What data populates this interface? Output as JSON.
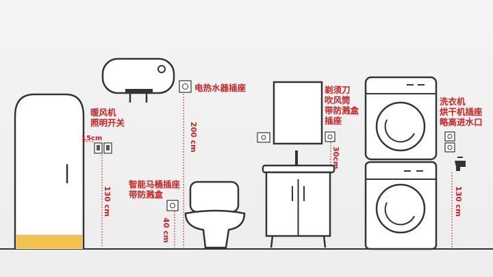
{
  "labels": {
    "heater_light_switch": [
      "暖风机",
      "照明开关"
    ],
    "water_heater_socket": "电热水器插座",
    "toilet_socket": [
      "智能马桶插座",
      "带防溅盒"
    ],
    "razor_socket": [
      "剃须刀",
      "吹风筒",
      "带防溅盒",
      "插座"
    ],
    "washer_socket": [
      "洗衣机",
      "烘干机插座",
      "略高进水口"
    ]
  },
  "dimensions": {
    "switch_offset": "15cm",
    "switch_height": "130 cm",
    "heater_height": "200 cm",
    "toilet_height": "40 cm",
    "razor_height": "30cm",
    "washer_height": "130 cm"
  },
  "colors": {
    "accent": "#cc1f1f",
    "door_fill": "#f2c14e",
    "outline": "#333333"
  }
}
